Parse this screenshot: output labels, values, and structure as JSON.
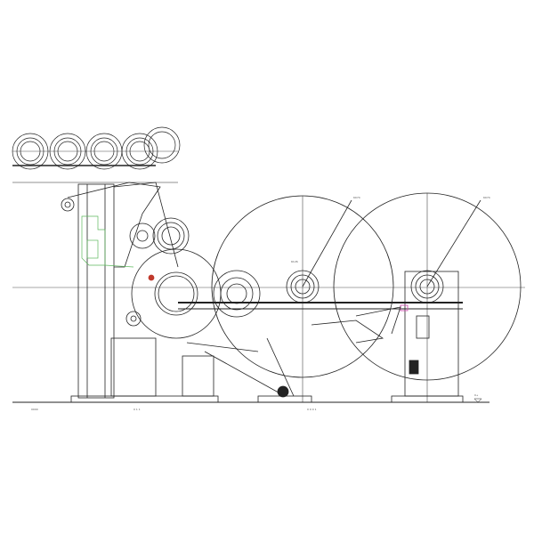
{
  "drawing": {
    "type": "mechanical elevation drawing",
    "subject": "paper machine reel / winder section",
    "colors": {
      "line": "#222222",
      "accent_green": "#5cb85c",
      "accent_red": "#c0392b",
      "accent_magenta": "#cc44aa"
    },
    "labels": {
      "callout_a": "6074",
      "callout_b": "6074",
      "callout_c": "6126",
      "bottom_1": "0000",
      "bottom_2": "0 1 1",
      "bottom_3": "0 0 0 1",
      "level_mark": "0+"
    }
  }
}
